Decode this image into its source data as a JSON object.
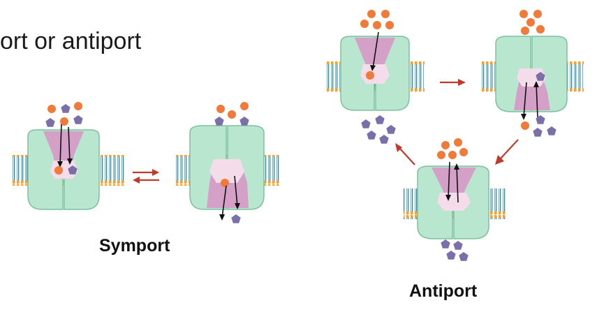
{
  "slide": {
    "title": "ort or antiport"
  },
  "symport": {
    "caption": "Symport"
  },
  "antiport": {
    "caption": "Antiport"
  },
  "colors": {
    "transporter_fill": "#b9e6cf",
    "transporter_stroke": "#7fbfa0",
    "channel_fill": "#d4a0c8",
    "cavity_fill": "#f4dcea",
    "membrane_head": "#f0a23a",
    "membrane_tail": "#3f7c8c",
    "ion_sphere": "#f07a3a",
    "pentagon_molecule": "#7a6fa8",
    "direction_arrow": "#c0392b",
    "motion_arrow": "#111111"
  },
  "icons": {
    "ion": "orange-sphere-icon",
    "molecule": "purple-pentagon-icon",
    "equilibrium": "equilibrium-arrows-icon",
    "cycle_step": "red-arrow-icon"
  }
}
